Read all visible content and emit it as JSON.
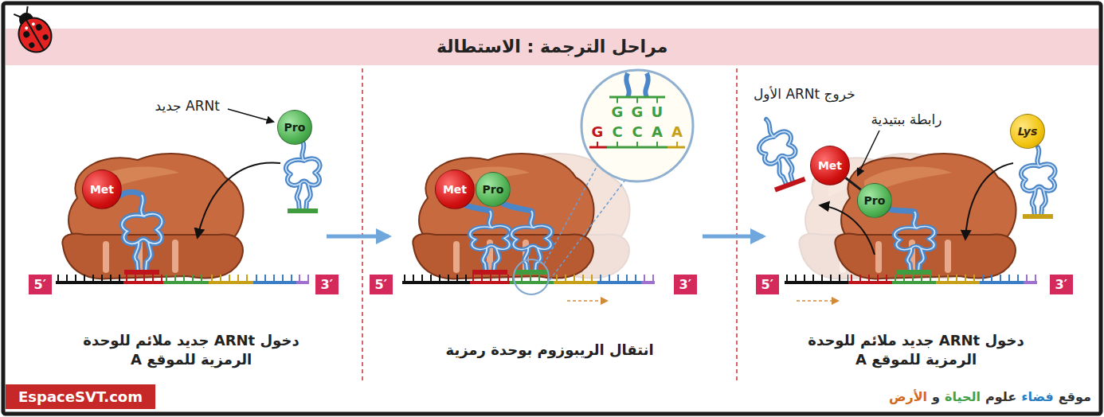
{
  "diagram": {
    "title": "مراحل الترجمة : الاستطالة",
    "nodes": [
      {
        "text": [
          "Met"
        ]
      },
      {
        "text": [
          "Pro"
        ]
      },
      {
        "text": [
          "5′"
        ]
      },
      {
        "text": [
          "3′"
        ]
      },
      {
        "text": [
          "Met"
        ]
      },
      {
        "text": [
          "Pro"
        ]
      },
      {
        "text": [
          "5′"
        ]
      },
      {
        "text": [
          "3′"
        ]
      },
      {
        "text": [
          "Met"
        ]
      },
      {
        "text": [
          "Pro"
        ]
      },
      {
        "text": [
          "Lys"
        ]
      },
      {
        "text": [
          "5′"
        ]
      },
      {
        "text": [
          "3′"
        ]
      },
      {
        "text": [
          "EspaceSVT.com"
        ]
      }
    ],
    "edges": [
      {
        "from": 8,
        "to": 9,
        "arrow": "none"
      }
    ],
    "labels": [
      "ARNt جديد",
      "دخول ARNt جديد ملائم للوحدة الرمزية للموقع A",
      "G",
      "G",
      "U",
      "G",
      "C",
      "C",
      "A",
      "A",
      "انتقال الريبوزوم بوحدة رمزية",
      "خروج ARNt الأول",
      "رابطة ببتيدية",
      "دخول ARNt جديد ملائم للوحدة الرمزية للموقع A",
      "موقع",
      "فضاء",
      "علوم",
      "الحياة",
      "و",
      "الأرض"
    ]
  }
}
